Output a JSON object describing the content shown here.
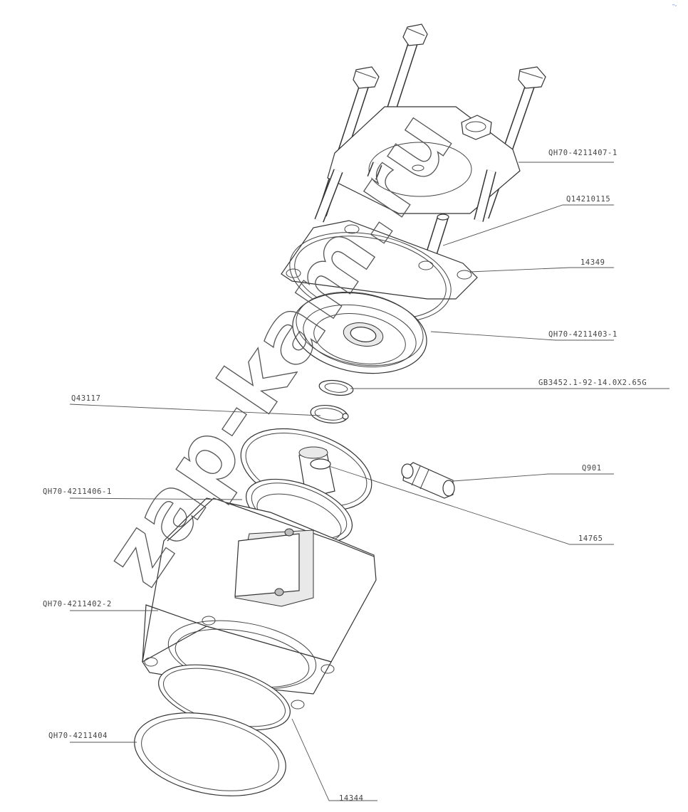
{
  "labels": {
    "cover": "QH70-4211407-1",
    "stud": "Q14210115",
    "gasket_top": "14349",
    "piston": "QH70-4211403-1",
    "ring_spring": "GB3452.1-92-14.0X2.65G",
    "circlip": "Q43117",
    "fitting": "Q901",
    "cylinder_liner": "QH70-4211406-1",
    "rod": "14765",
    "housing": "QH70-4211402-2",
    "gasket_bottom": "QH70-4211404",
    "oring_bottom": "14344"
  },
  "watermark": "zap-kam.ru",
  "corner_mark": "ᵔᵕ",
  "colors": {
    "line": "#333333",
    "leader": "#555555",
    "text": "#444444"
  }
}
